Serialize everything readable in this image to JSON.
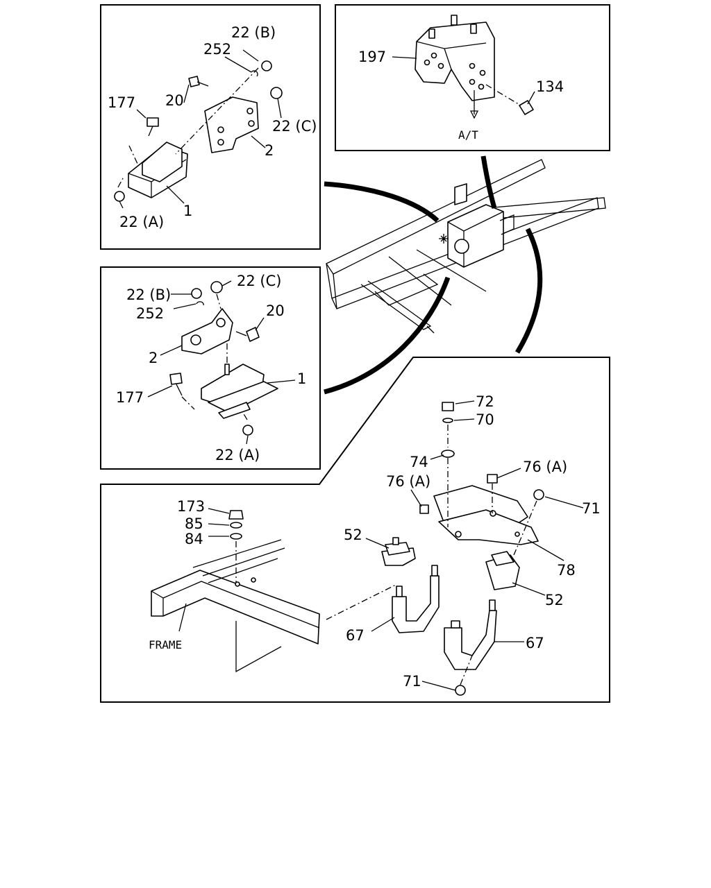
{
  "panels": {
    "top_left": {
      "labels": [
        "22 (B)",
        "252",
        "20",
        "177",
        "22 (C)",
        "2",
        "1",
        "22 (A)"
      ]
    },
    "top_right": {
      "labels": [
        "197",
        "134",
        "A/T"
      ]
    },
    "middle_left": {
      "labels": [
        "22 (B)",
        "22 (C)",
        "252",
        "20",
        "2",
        "1",
        "177",
        "22 (A)"
      ]
    },
    "right_detail": {
      "labels": [
        "72",
        "70",
        "74",
        "76 (A)",
        "76 (A)",
        "71",
        "52",
        "78",
        "52",
        "67",
        "67",
        "71"
      ]
    },
    "bottom_left": {
      "labels": [
        "173",
        "85",
        "84",
        "FRAME"
      ]
    }
  },
  "colors": {
    "line": "#000000",
    "background": "#ffffff"
  }
}
